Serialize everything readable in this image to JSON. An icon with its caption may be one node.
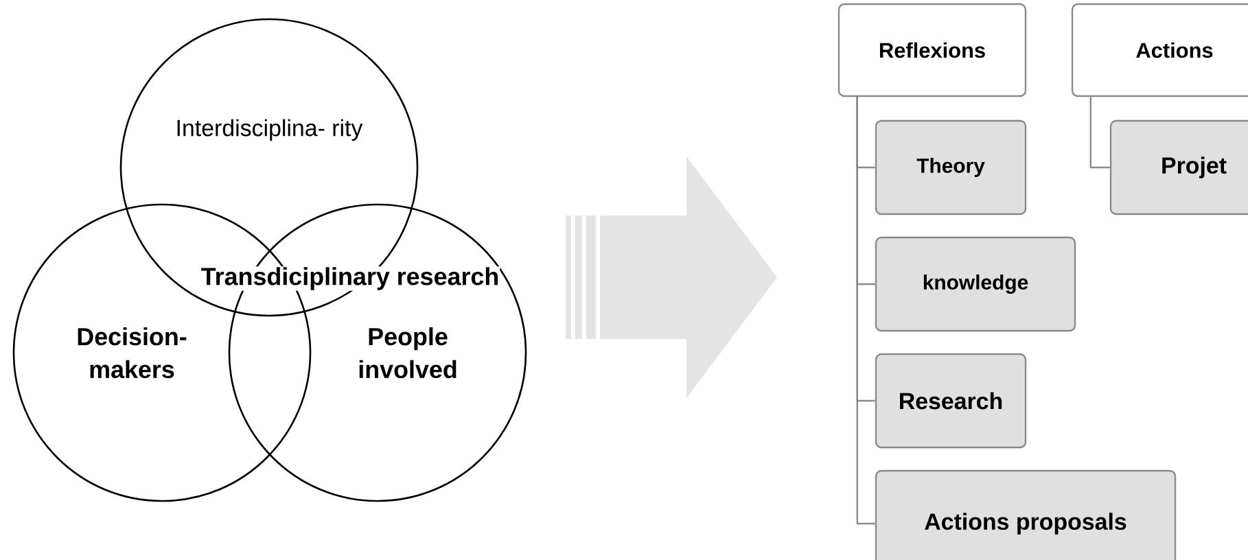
{
  "diagram": {
    "nodes": [
      {
        "text": [
          "Interdisciplina- rity"
        ]
      },
      {
        "text": [
          "Decision- makers"
        ]
      },
      {
        "text": [
          "People involved"
        ]
      },
      {
        "text": [
          "Reflexions"
        ]
      },
      {
        "text": [
          "Actions"
        ]
      },
      {
        "text": [
          "Theory"
        ]
      },
      {
        "text": [
          "Projet"
        ]
      },
      {
        "text": [
          "knowledge"
        ]
      },
      {
        "text": [
          "Research"
        ]
      },
      {
        "text": [
          "Actions proposals"
        ]
      }
    ],
    "edges": [
      {
        "from": 3,
        "to": 5,
        "arrow": "none"
      },
      {
        "from": 3,
        "to": 7,
        "arrow": "none"
      },
      {
        "from": 3,
        "to": 8,
        "arrow": "none"
      },
      {
        "from": 3,
        "to": 9,
        "arrow": "none"
      },
      {
        "from": 4,
        "to": 6,
        "arrow": "none"
      }
    ],
    "labels": [
      "Transdiciplinary research"
    ]
  }
}
